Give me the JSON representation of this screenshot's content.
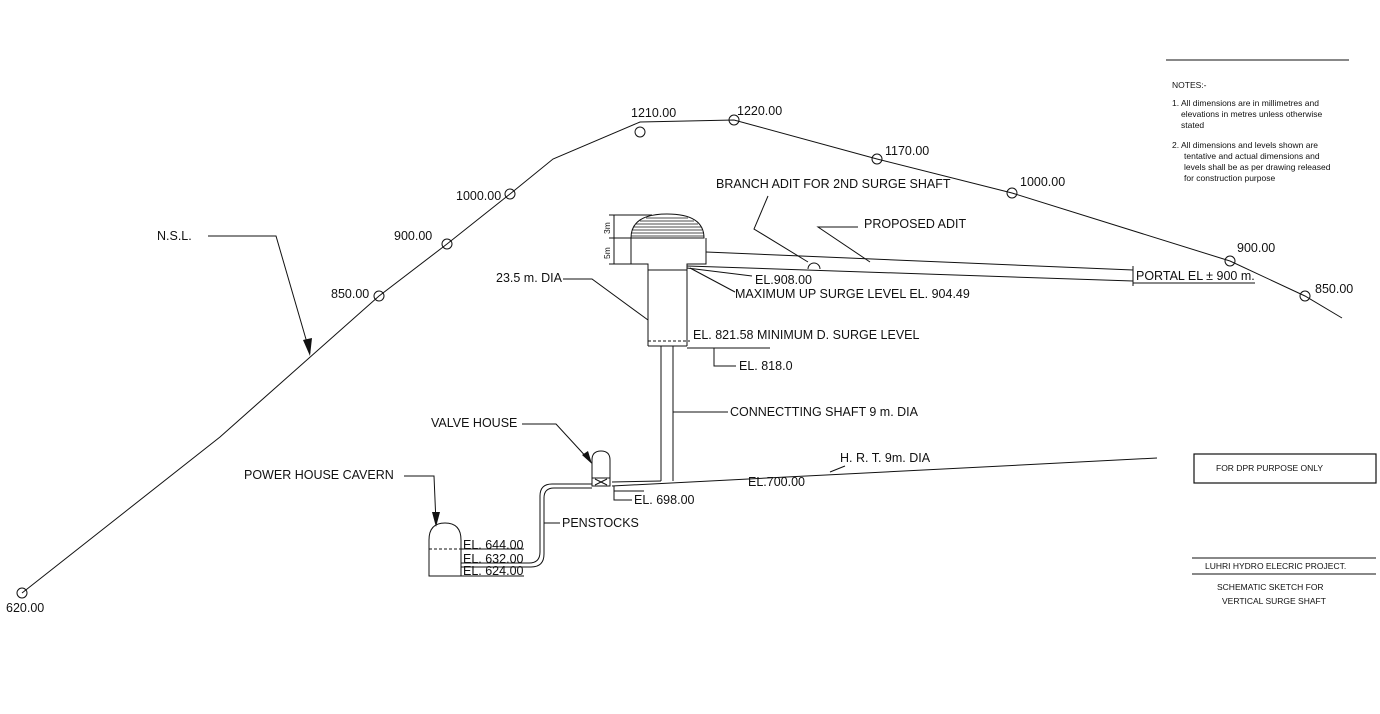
{
  "ground_levels": {
    "l620": "620.00",
    "l850a": "850.00",
    "l900a": "900.00",
    "l1000a": "1000.00",
    "l1210": "1210.00",
    "l1220": "1220.00",
    "l1170": "1170.00",
    "l1000b": "1000.00",
    "l900b": "900.00",
    "l850b": "850.00"
  },
  "labels": {
    "nsl": "N.S.L.",
    "branch_adit": "BRANCH ADIT FOR 2ND SURGE SHAFT",
    "proposed_adit": "PROPOSED ADIT",
    "dia_23": "23.5 m. DIA",
    "el_908": "EL.908.00",
    "max_surge": "MAXIMUM UP SURGE LEVEL EL. 904.49",
    "portal": "PORTAL EL ± 900 m.",
    "min_surge": "EL. 821.58 MINIMUM D. SURGE LEVEL",
    "el_818": "EL. 818.0",
    "connecting_shaft": "CONNECTTING SHAFT 9 m. DIA",
    "valve_house": "VALVE HOUSE",
    "hrt": "H. R. T. 9m. DIA",
    "el_700": "EL.700.00",
    "el_698": "EL. 698.00",
    "power_house": "POWER HOUSE CAVERN",
    "penstocks": "PENSTOCKS",
    "el_644": "EL. 644.00",
    "el_632": "EL. 632.00",
    "el_624": "EL. 624.00",
    "dim_3m": "3m",
    "dim_5m": "5m"
  },
  "notes": {
    "heading": "NOTES:-",
    "n1_l1": "1. All dimensions are in millimetres and",
    "n1_l2": "elevations in metres unless otherwise",
    "n1_l3": "stated",
    "n2_l1": "2. All dimensions and levels shown are",
    "n2_l2": "tentative and actual dimensions and",
    "n2_l3": "levels shall be as per drawing released",
    "n2_l4": "for construction purpose"
  },
  "title_block": {
    "purpose": "FOR DPR PURPOSE ONLY",
    "project": "LUHRI HYDRO ELECRIC PROJECT.",
    "title_l1": "SCHEMATIC SKETCH FOR",
    "title_l2": "VERTICAL SURGE SHAFT"
  }
}
